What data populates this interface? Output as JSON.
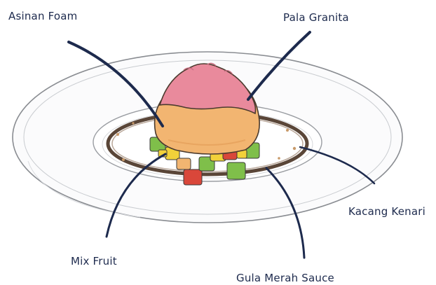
{
  "labels": {
    "asinan_foam": "Asinan Foam",
    "pala_granita": "Pala Granita",
    "kacang_kenari": "Kacang Kenari",
    "mix_fruit": "Mix Fruit",
    "gula_merah_sauce": "Gula Merah Sauce"
  },
  "colors": {
    "leader_line": "#1d2a4d",
    "plate_outline": "#8a8d92",
    "granita_pink": "#e98a9c",
    "foam_peach": "#f2b571",
    "sauce_brown": "#5a4638",
    "fruit_green": "#7fbf4a",
    "fruit_yellow": "#f2d13a",
    "fruit_red": "#d9473a"
  }
}
